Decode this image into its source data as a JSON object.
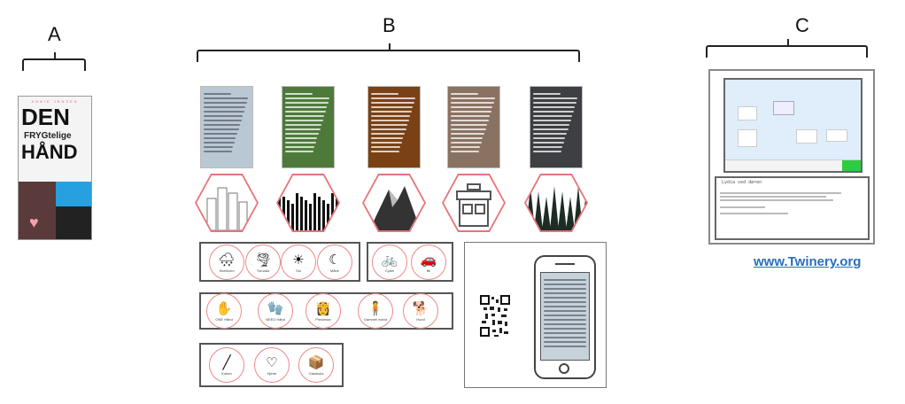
{
  "sections": {
    "a": {
      "label": "A"
    },
    "b": {
      "label": "B"
    },
    "c": {
      "label": "C"
    }
  },
  "book": {
    "author": "ANNIE JENSEN",
    "title_line1": "DEN",
    "title_line2": "FRYGtelige",
    "title_line3": "HÅND"
  },
  "story_cards": [
    {
      "bg": "#b9c8d2",
      "theme": "city"
    },
    {
      "bg": "#4d7a3a",
      "theme": "field"
    },
    {
      "bg": "#7a4214",
      "theme": "mountain"
    },
    {
      "bg": "#8a7262",
      "theme": "shop"
    },
    {
      "bg": "#3d3f42",
      "theme": "forest"
    }
  ],
  "icon_groups": {
    "weather": [
      {
        "icon": "snowstorm-icon",
        "glyph": "🌨",
        "label": "Snestorm"
      },
      {
        "icon": "tornado-icon",
        "glyph": "🌪",
        "label": "Tornado"
      },
      {
        "icon": "sun-icon",
        "glyph": "☀",
        "label": "Sol"
      },
      {
        "icon": "moon-icon",
        "glyph": "☾",
        "label": "Måne"
      }
    ],
    "vehicles": [
      {
        "icon": "bicycle-icon",
        "glyph": "🚲",
        "label": "Cykel"
      },
      {
        "icon": "car-icon",
        "glyph": "🚗",
        "label": "Bil"
      }
    ],
    "characters": [
      {
        "icon": "hand-icon",
        "glyph": "✋",
        "label": "ONE Hånd"
      },
      {
        "icon": "glove-icon",
        "glyph": "🧤",
        "label": "NEED Hånd"
      },
      {
        "icon": "princess-icon",
        "glyph": "👸",
        "label": "Prinsesse"
      },
      {
        "icon": "old-man-icon",
        "glyph": "🧍",
        "label": "Gammel mand"
      },
      {
        "icon": "dog-icon",
        "glyph": "🐕",
        "label": "Hund"
      }
    ],
    "objects": [
      {
        "icon": "crowbar-icon",
        "glyph": "╱",
        "label": "Koben"
      },
      {
        "icon": "heart-icon",
        "glyph": "♡",
        "label": "Hjerte"
      },
      {
        "icon": "treasure-icon",
        "glyph": "📦",
        "label": "Glasboks"
      }
    ]
  },
  "twinery": {
    "passage_title": "Lydia ved døren",
    "link": "www.Twinery.org"
  }
}
